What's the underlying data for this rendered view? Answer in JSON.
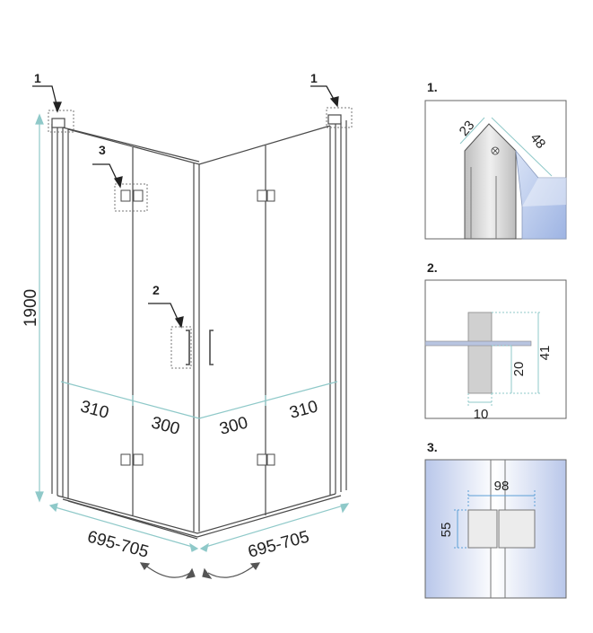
{
  "main": {
    "callouts": {
      "c1_left": "1",
      "c1_right": "1",
      "c3": "3",
      "c2": "2"
    },
    "height": "1900",
    "panels": {
      "p1": "310",
      "p2": "300",
      "p3": "300",
      "p4": "310"
    },
    "widths": {
      "left": "695-705",
      "right": "695-705"
    }
  },
  "details": {
    "d1": {
      "title": "1.",
      "dim_a": "23",
      "dim_b": "48"
    },
    "d2": {
      "title": "2.",
      "dim_a": "41",
      "dim_b": "20",
      "dim_c": "10"
    },
    "d3": {
      "title": "3.",
      "dim_a": "98",
      "dim_b": "55"
    }
  },
  "colors": {
    "line": "#4a4a4a",
    "dim": "#8fc9c9",
    "glass_blue": "#c9d6ee",
    "metal": "#cfcfcf"
  }
}
